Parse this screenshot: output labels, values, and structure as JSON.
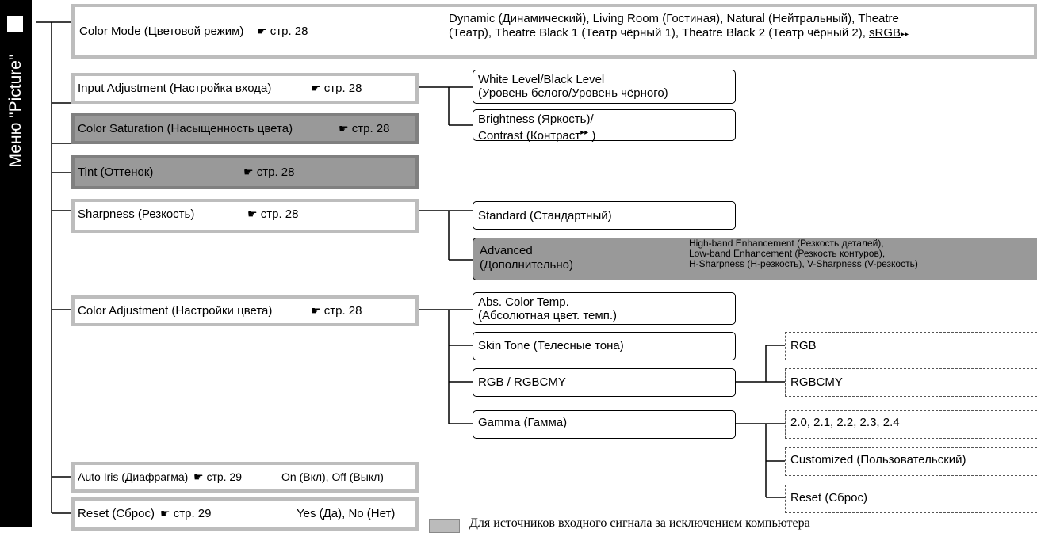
{
  "menu_title": "Меню \"Picture\"",
  "hand_icon": "☛",
  "items": {
    "color_mode": {
      "label": "Color Mode (Цветовой режим)",
      "ref": "стр. 28",
      "values_line1": "Dynamic (Динамический), Living Room (Гостиная), Natural (Нейтральный), Theatre",
      "values_line2": "(Театр), Theatre Black 1 (Театр чёрный 1), Theatre Black 2 (Театр чёрный 2), ",
      "values_link": "sRGB"
    },
    "input_adjustment": {
      "label": "Input Adjustment (Настройка входа)",
      "ref": "стр. 28"
    },
    "color_saturation": {
      "label": "Color Saturation (Насыщенность цвета)",
      "ref": "стр. 28"
    },
    "tint": {
      "label": "Tint (Оттенок)",
      "ref": "стр. 28"
    },
    "sharpness": {
      "label": "Sharpness (Резкость)",
      "ref": "стр. 28"
    },
    "color_adjustment": {
      "label": "Color Adjustment (Настройки цвета)",
      "ref": "стр. 28"
    },
    "auto_iris": {
      "label": "Auto Iris (Диафрагма)",
      "ref": "стр. 29",
      "values": "On (Вкл), Off (Выкл)"
    },
    "reset": {
      "label": "Reset (Сброс)",
      "ref": "стр. 29",
      "values": "Yes (Да), No (Нет)"
    }
  },
  "sub": {
    "white_black_1": "White Level/Black Level",
    "white_black_2": "(Уровень белого/Уровень чёрного)",
    "brightness_1": "Brightness (Яркость)/",
    "brightness_2a": "Contrast (",
    "brightness_2b": "Контраст",
    "brightness_2c": " )",
    "standard": "Standard (Стандартный)",
    "advanced_1": "Advanced",
    "advanced_2": "(Дополнительно)",
    "adv_opt_1": "High-band Enhancement (Резкость деталей),",
    "adv_opt_2": "Low-band Enhancement (Резкость контуров),",
    "adv_opt_3": "H-Sharpness (H-резкость), V-Sharpness (V-резкость)",
    "abs_temp_1": "Abs. Color Temp.",
    "abs_temp_2": "(Абсолютная цвет. темп.)",
    "skin_tone": "Skin Tone (Телесные тона)",
    "rgb_rgbcmy": "RGB / RGBCMY",
    "gamma": "Gamma (Гамма)",
    "rgb": "RGB",
    "rgbcmy": "RGBCMY",
    "gamma_values": "2.0, 2.1, 2.2, 2.3, 2.4",
    "customized": "Customized (Пользовательский)",
    "gamma_reset": "Reset (Сброс)"
  },
  "link_marker": "▸▸",
  "legend": "Для источников входного сигнала за исключением компьютера"
}
